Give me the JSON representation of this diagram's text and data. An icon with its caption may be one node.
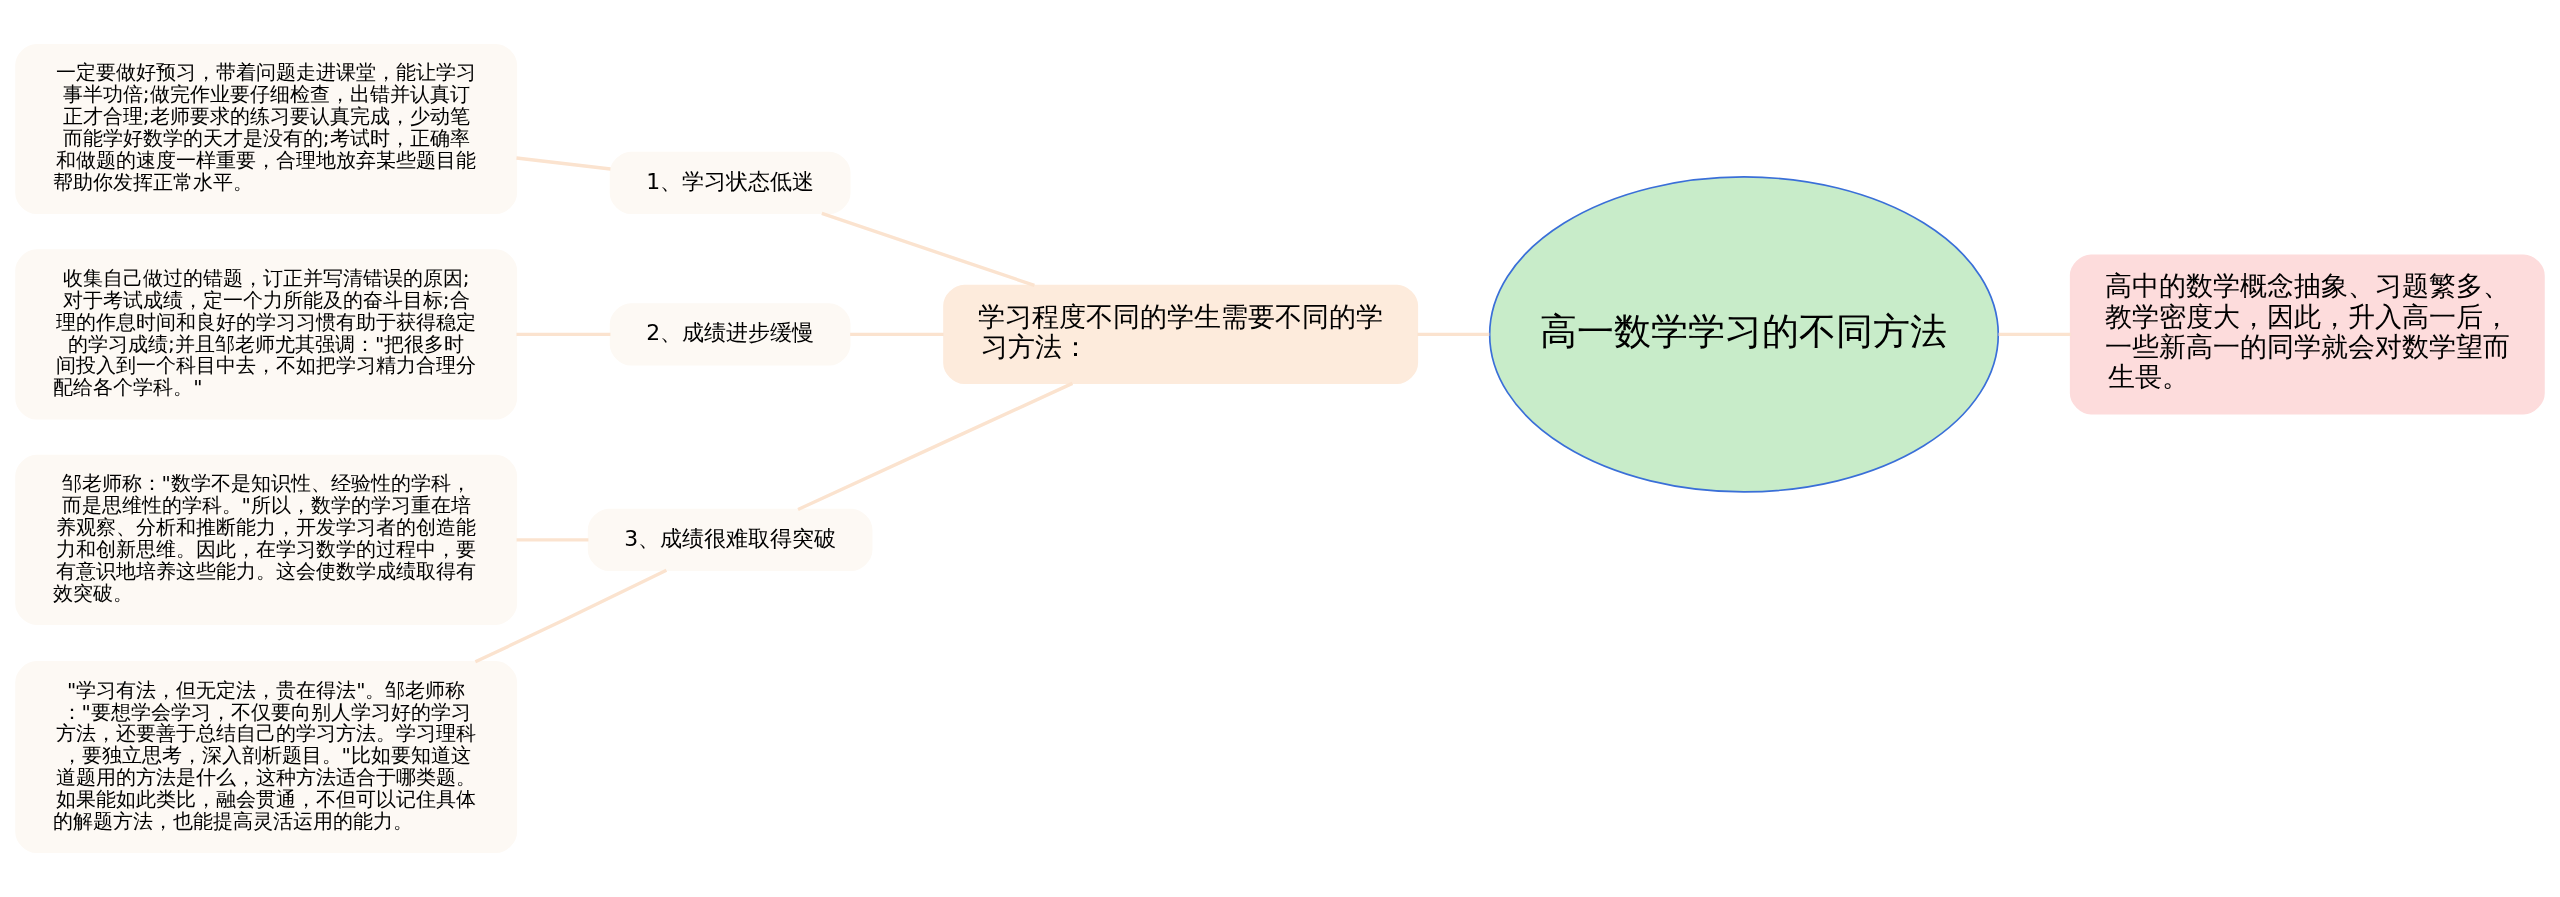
{
  "diagram": {
    "nodes": [
      {
        "text": [
          "高一数学学习的不同方法"
        ]
      },
      {
        "text": [
          "高中的数学概念抽象、习题繁多、教学密度大，因此，升入高一后，一些新高一的同学就会对数学望而生畏。"
        ]
      },
      {
        "text": [
          "学习程度不同的学生需要不同的学习方法："
        ]
      },
      {
        "text": [
          "1、学习状态低迷"
        ]
      },
      {
        "text": [
          "一定要做好预习，带着问题走进课堂，能让学习事半功倍;做完作业要仔细检查，出错并认真订正才合理;老师要求的练习要认真完成，少动笔而能学好数学的天才是没有的;考试时，正确率和做题的速度一样重要，合理地放弃某些题目能帮助你发挥正常水平。"
        ]
      },
      {
        "text": [
          "2、成绩进步缓慢"
        ]
      },
      {
        "text": [
          "收集自己做过的错题，订正并写清错误的原因;对于考试成绩，定一个力所能及的奋斗目标;合理的作息时间和良好的学习习惯有助于获得稳定的学习成绩;并且邹老师尤其强调：\"把很多时间投入到一个科目中去，不如把学习精力合理分配给各个学科。\""
        ]
      },
      {
        "text": [
          "3、成绩很难取得突破"
        ]
      },
      {
        "text": [
          "邹老师称：\"数学不是知识性、经验性的学科，而是思维性的学科。\"所以，数学的学习重在培养观察、分析和推断能力，开发学习者的创造能力和创新思维。因此，在学习数学的过程中，要有意识地培养这些能力。这会使数学成绩取得有效突破。"
        ]
      },
      {
        "text": [
          "\"学习有法，但无定法，贵在得法\"。邹老师称：\"要想学会学习，不仅要向别人学习好的学习方法，还要善于总结自己的学习方法。学习理科，要独立思考，深入剖析题目。\"比如要知道这道题用的方法是什么，这种方法适合于哪类题。如果能如此类比，融会贯通，不但可以记住具体的解题方法，也能提高灵活运用的能力。"
        ]
      }
    ],
    "edges": [
      {
        "from": 0,
        "to": 1,
        "arrow": "none"
      },
      {
        "from": 0,
        "to": 2,
        "arrow": "none"
      },
      {
        "from": 2,
        "to": 3,
        "arrow": "none"
      },
      {
        "from": 2,
        "to": 5,
        "arrow": "none"
      },
      {
        "from": 2,
        "to": 7,
        "arrow": "none"
      },
      {
        "from": 3,
        "to": 4,
        "arrow": "none"
      },
      {
        "from": 5,
        "to": 6,
        "arrow": "none"
      },
      {
        "from": 7,
        "to": 8,
        "arrow": "none"
      },
      {
        "from": 7,
        "to": 9,
        "arrow": "none"
      }
    ]
  }
}
